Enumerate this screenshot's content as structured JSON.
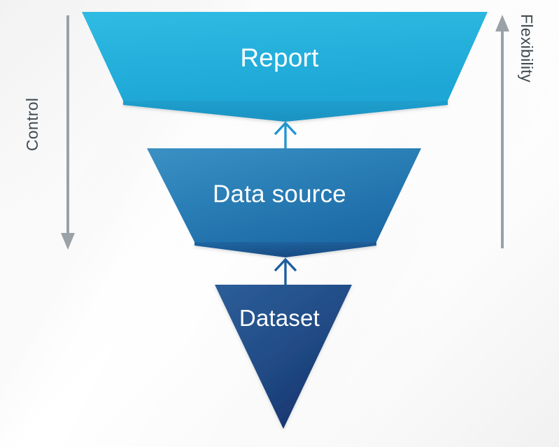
{
  "diagram": {
    "title": "Report / Data source / Dataset funnel",
    "background_color": "#fbfbfb",
    "stages": [
      {
        "id": "report",
        "label": "Report",
        "level": 1,
        "fill_top": "#2ab4dd",
        "fill_bottom": "#1fa5d4",
        "fold_fill": "#1d97c4",
        "text_color": "#ffffff"
      },
      {
        "id": "data-source",
        "label": "Data source",
        "level": 2,
        "fill_top": "#2f89be",
        "fill_bottom": "#1d6aa8",
        "fold_fill": "#1b5590",
        "text_color": "#ffffff"
      },
      {
        "id": "dataset",
        "label": "Dataset",
        "level": 3,
        "fill_top": "#27548e",
        "fill_bottom": "#16306a",
        "fold_fill": "#16306a",
        "text_color": "#ffffff"
      }
    ],
    "connectors": [
      {
        "id": "dataset-to-data-source",
        "from": "dataset",
        "to": "data-source",
        "color": "#1d5f9e",
        "direction": "up"
      },
      {
        "id": "data-source-to-report",
        "from": "data-source",
        "to": "report",
        "color": "#2196cf",
        "direction": "up"
      }
    ],
    "axes": [
      {
        "id": "control",
        "label": "Control",
        "side": "left",
        "direction": "down",
        "color": "#9aa1a7",
        "text_color": "#414b52"
      },
      {
        "id": "flexibility",
        "label": "Flexibility",
        "side": "right",
        "direction": "up",
        "color": "#9aa1a7",
        "text_color": "#414b52"
      }
    ]
  }
}
